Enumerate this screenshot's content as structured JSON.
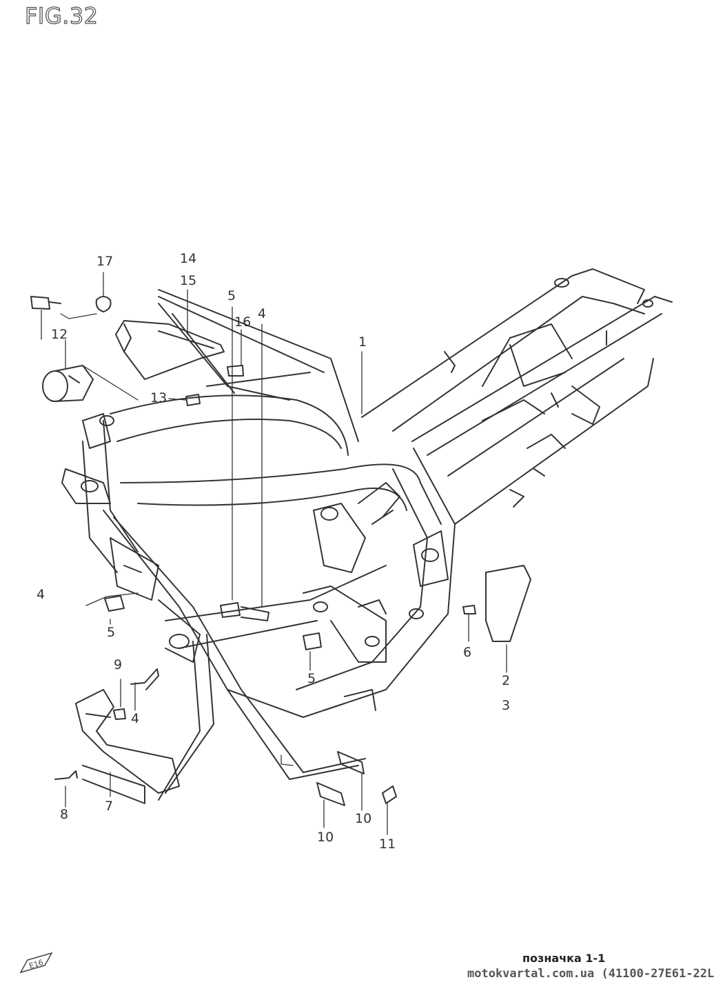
{
  "figure": {
    "title": "FIG.32"
  },
  "callouts": [
    "17",
    "14",
    "15",
    "16",
    "12",
    "13",
    "1",
    "4",
    "5",
    "5",
    "4",
    "5",
    "9",
    "4",
    "6",
    "2",
    "3",
    "7",
    "8",
    "10",
    "10",
    "11"
  ],
  "caption": "позначка 1-1",
  "footer_text": "motokvartal.com.ua (41100-27E61-22L",
  "badge_label": "E16",
  "colors": {
    "line": "#333333",
    "background": "#ffffff"
  }
}
